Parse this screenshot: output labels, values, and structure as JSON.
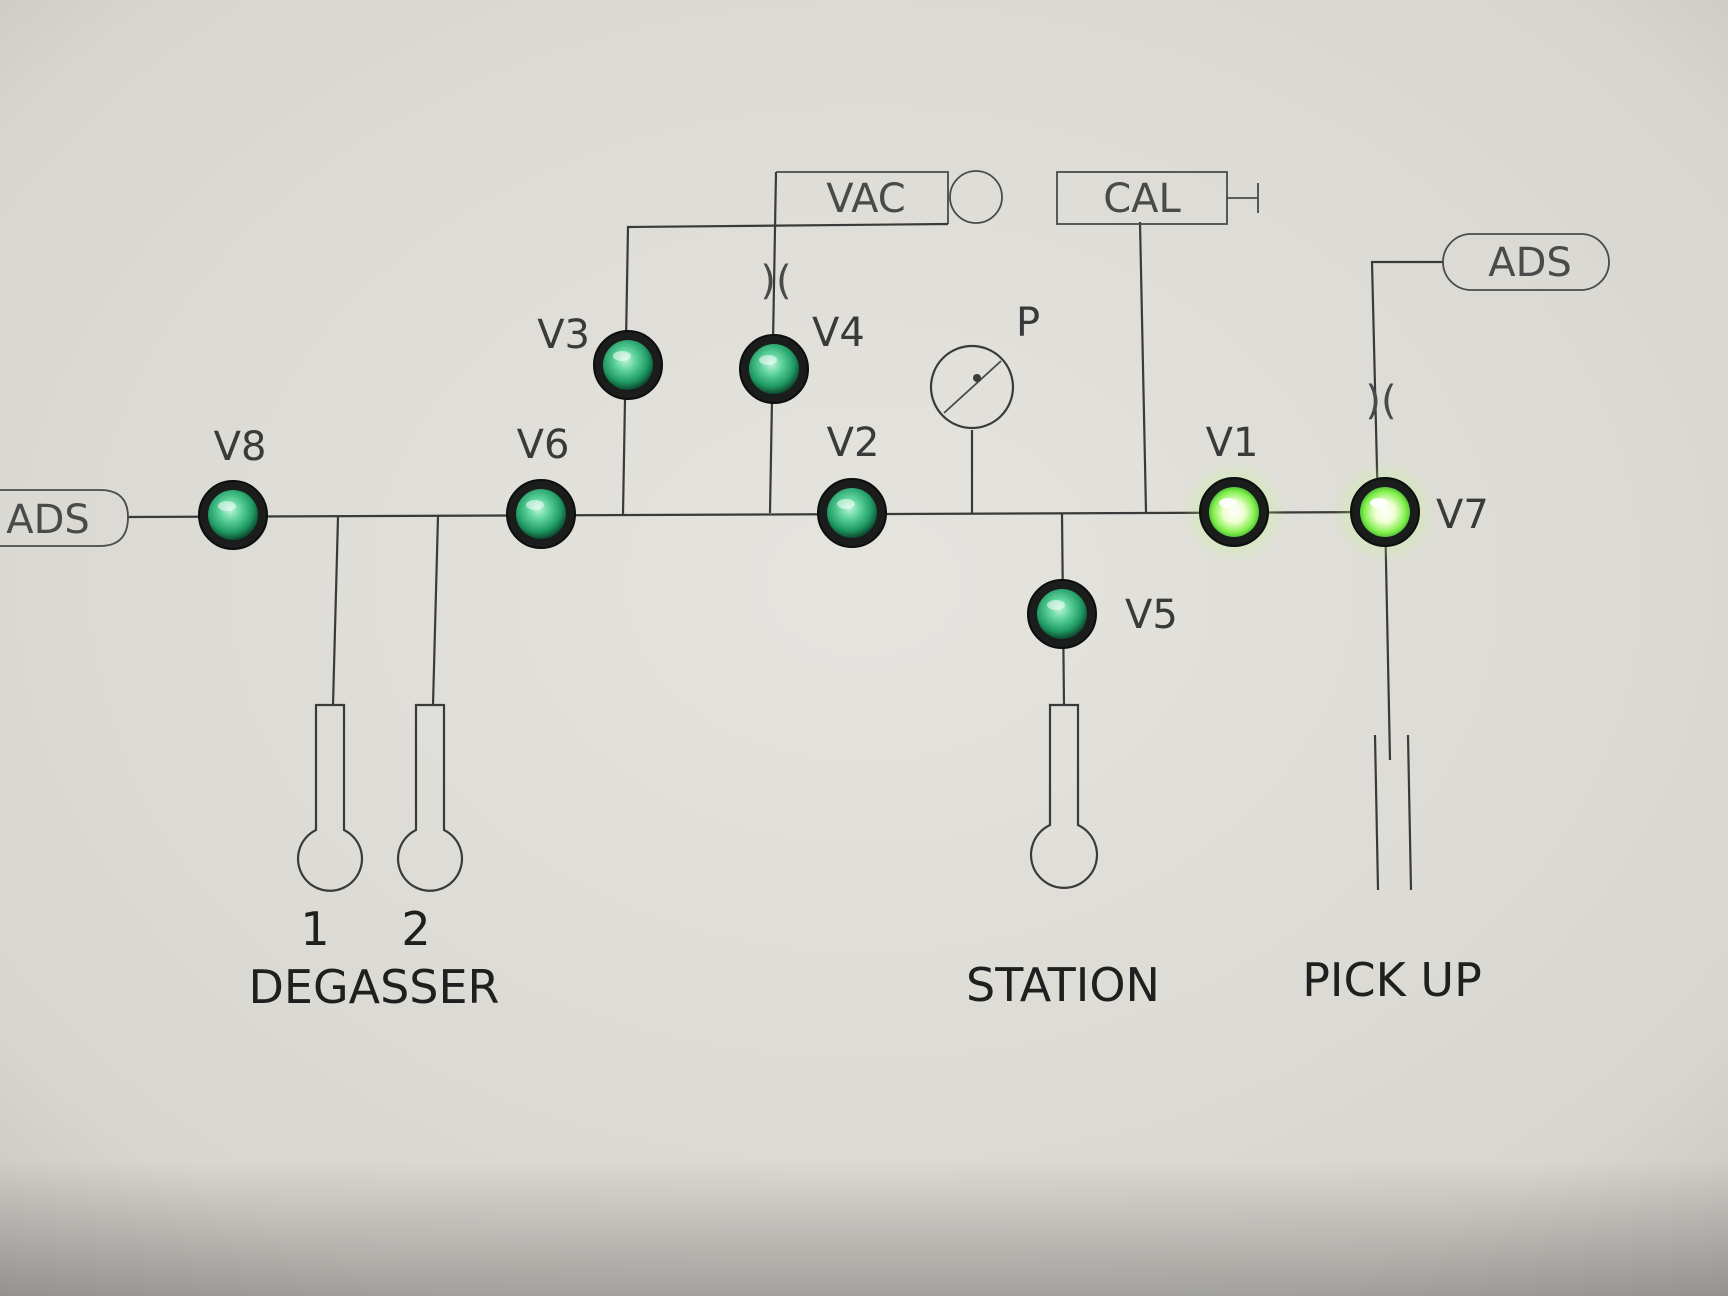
{
  "labels": {
    "vac": "VAC",
    "cal": "CAL",
    "ads_left": "ADS",
    "ads_right": "ADS",
    "gauge": "P",
    "degasser_1": "1",
    "degasser_2": "2",
    "degasser": "DEGASSER",
    "station": "STATION",
    "pick_up": "PICK UP"
  },
  "restrictor_symbol": ")(",
  "valves": [
    {
      "id": "V8",
      "label": "V8",
      "state": "dim"
    },
    {
      "id": "V6",
      "label": "V6",
      "state": "dim"
    },
    {
      "id": "V3",
      "label": "V3",
      "state": "dim"
    },
    {
      "id": "V4",
      "label": "V4",
      "state": "dim"
    },
    {
      "id": "V2",
      "label": "V2",
      "state": "dim"
    },
    {
      "id": "V5",
      "label": "V5",
      "state": "dim"
    },
    {
      "id": "V1",
      "label": "V1",
      "state": "lit"
    },
    {
      "id": "V7",
      "label": "V7",
      "state": "lit"
    }
  ],
  "colors": {
    "panel": "#dcdad5",
    "line": "#3a3a3a",
    "led_dim": "#3fbf86",
    "led_lit": "#c8ff9a"
  }
}
